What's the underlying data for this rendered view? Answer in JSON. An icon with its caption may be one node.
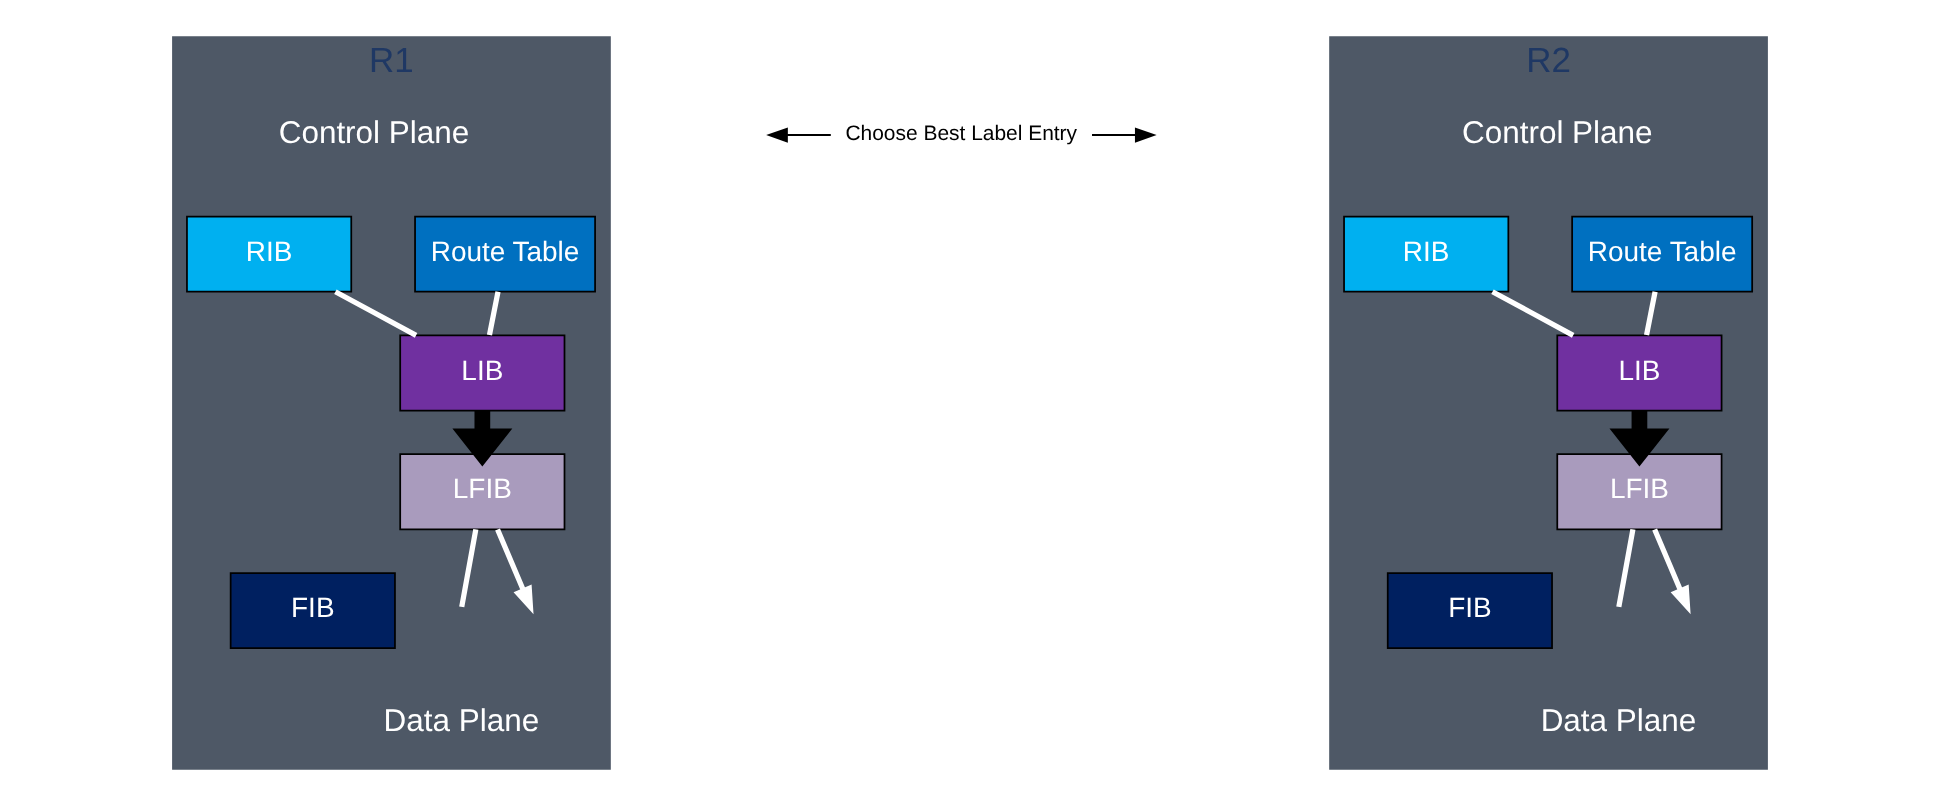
{
  "diagram": {
    "nodes": [
      {
        "text": [
          "R1",
          "Control Plane",
          "Data Plane"
        ]
      },
      {
        "text": [
          "RIB"
        ],
        "in": 0
      },
      {
        "text": [
          "Route Table"
        ],
        "in": 0
      },
      {
        "text": [
          "LIB"
        ],
        "in": 0
      },
      {
        "text": [
          "LFIB"
        ],
        "in": 0
      },
      {
        "text": [
          "FIB"
        ],
        "in": 0
      },
      {
        "text": [
          "R2",
          "Control Plane",
          "Data Plane"
        ]
      },
      {
        "text": [
          "RIB"
        ],
        "in": 6
      },
      {
        "text": [
          "Route Table"
        ],
        "in": 6
      },
      {
        "text": [
          "LIB"
        ],
        "in": 6
      },
      {
        "text": [
          "LFIB"
        ],
        "in": 6
      },
      {
        "text": [
          "FIB"
        ],
        "in": 6
      },
      {
        "text": [
          "Choose Best Label Entry"
        ]
      }
    ],
    "edges": [
      {
        "from": 1,
        "to": 3,
        "arrow": "none"
      },
      {
        "from": 2,
        "to": 3,
        "arrow": "none"
      },
      {
        "from": 3,
        "to": 4,
        "arrow": "to",
        "style": "thick",
        "color": "#000000"
      },
      {
        "from": 4,
        "to": null,
        "arrow": "none"
      },
      {
        "from": 4,
        "to": null,
        "arrow": "to"
      },
      {
        "from": 7,
        "to": 9,
        "arrow": "none"
      },
      {
        "from": 8,
        "to": 9,
        "arrow": "none"
      },
      {
        "from": 9,
        "to": 10,
        "arrow": "to",
        "style": "thick",
        "color": "#000000"
      },
      {
        "from": 10,
        "to": null,
        "arrow": "none"
      },
      {
        "from": 10,
        "to": null,
        "arrow": "to"
      },
      {
        "from": 12,
        "to": null,
        "arrow": "to",
        "color": "#000000"
      },
      {
        "from": 12,
        "to": null,
        "arrow": "to",
        "color": "#000000"
      }
    ]
  }
}
